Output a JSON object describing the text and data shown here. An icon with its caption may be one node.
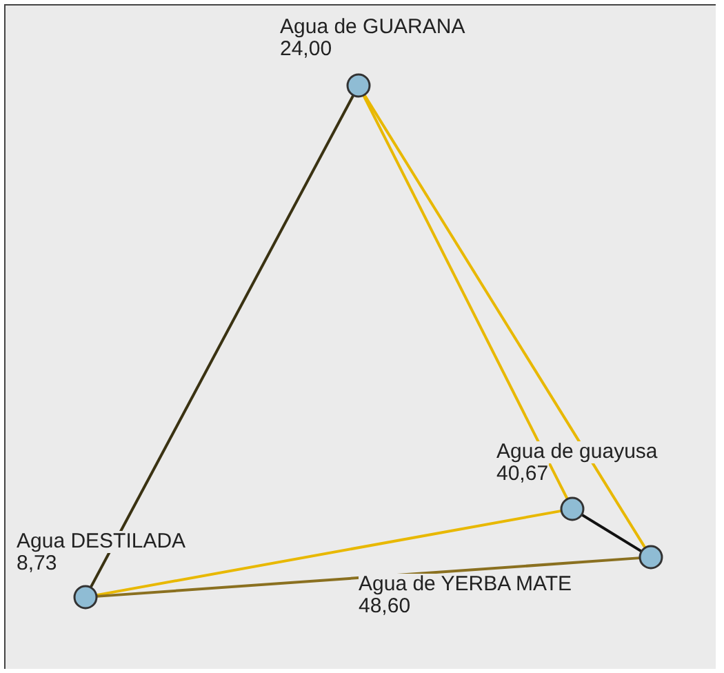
{
  "diagram": {
    "nodes": [
      {
        "text": [],
        "shape": "circle",
        "beside": [
          "Agua de GUARANA",
          "24,00"
        ]
      },
      {
        "text": [],
        "shape": "circle",
        "beside": [
          "Agua de guayusa",
          "40,67"
        ]
      },
      {
        "text": [],
        "shape": "circle",
        "beside": [
          "Agua DESTILADA",
          "8,73"
        ]
      },
      {
        "text": [],
        "shape": "circle",
        "beside": [
          "Agua de YERBA MATE",
          "48,60"
        ]
      }
    ],
    "edges": [
      {
        "from": 0,
        "to": 2,
        "arrow": "none",
        "color": "#3a3212"
      },
      {
        "from": 0,
        "to": 1,
        "arrow": "none"
      },
      {
        "from": 0,
        "to": 3,
        "arrow": "none"
      },
      {
        "from": 1,
        "to": 2,
        "arrow": "none"
      },
      {
        "from": 1,
        "to": 3,
        "arrow": "none",
        "color": "#111111"
      },
      {
        "from": 2,
        "to": 3,
        "arrow": "none",
        "color": "#8a7020"
      }
    ]
  }
}
